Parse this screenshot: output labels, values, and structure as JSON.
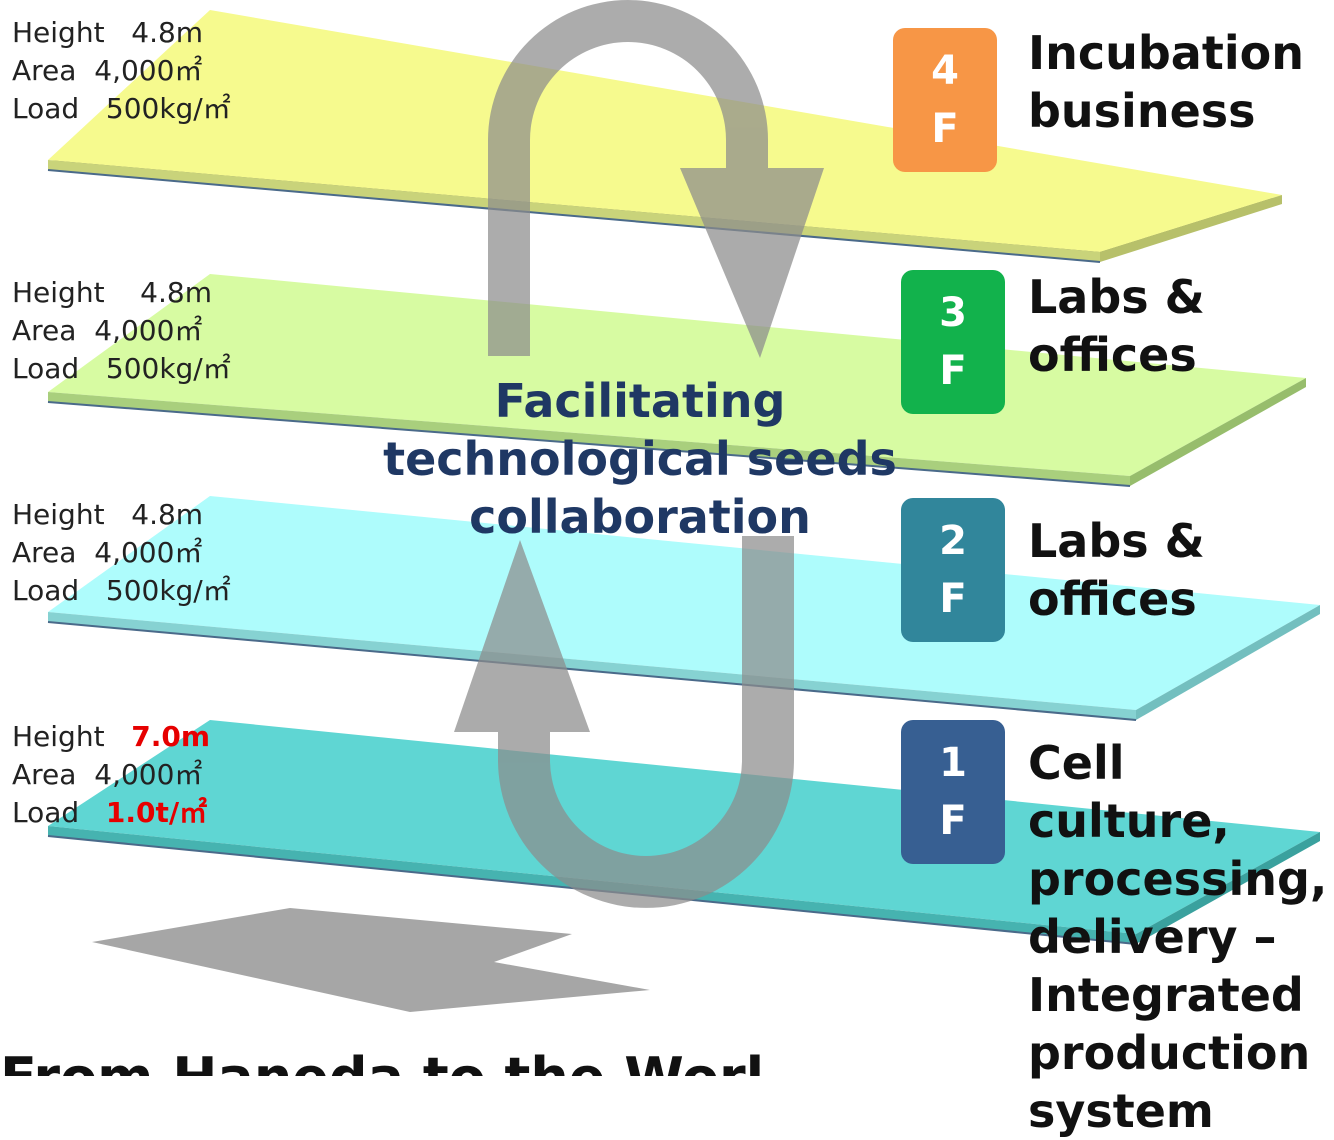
{
  "floors": [
    {
      "badge_line1": "4",
      "badge_line2": "F",
      "title": "Incubation\nbusiness",
      "badge_color": "#f79646",
      "plate_color": "#f6fa8e",
      "specs": {
        "height_label": "Height",
        "height_value": "4.8m",
        "area_label": "Area",
        "area_value": "4,000㎡",
        "load_label": "Load",
        "load_value": "500kg/㎡"
      }
    },
    {
      "badge_line1": "3",
      "badge_line2": "F",
      "title": "Labs &\noffices",
      "badge_color": "#12b24c",
      "plate_color": "#d7fba2",
      "specs": {
        "height_label": "Height",
        "height_value": "4.8m",
        "area_label": "Area",
        "area_value": "4,000㎡",
        "load_label": "Load",
        "load_value": "500kg/㎡"
      }
    },
    {
      "badge_line1": "2",
      "badge_line2": "F",
      "title": "Labs &\noffices",
      "badge_color": "#31869b",
      "plate_color": "#aefcfc",
      "specs": {
        "height_label": "Height",
        "height_value": "4.8m",
        "area_label": "Area",
        "area_value": "4,000㎡",
        "load_label": "Load",
        "load_value": "500kg/㎡"
      }
    },
    {
      "badge_line1": "1",
      "badge_line2": "F",
      "title": "Cell culture,\nprocessing,\ndelivery –\nIntegrated\nproduction\nsystem",
      "badge_color": "#375f92",
      "plate_color": "#5fd6d3",
      "specs": {
        "height_label": "Height",
        "height_value": "7.0m",
        "area_label": "Area",
        "area_value": "4,000㎡",
        "load_label": "Load",
        "load_value": "1.0t/㎡"
      }
    }
  ],
  "center_label": "Facilitating\ntechnological seeds\ncollaboration",
  "bottom_label": "From Haneda to the World!",
  "colors": {
    "highlight": "#e60000",
    "center_text": "#1f3864",
    "arrow": "#8c8c8c"
  }
}
